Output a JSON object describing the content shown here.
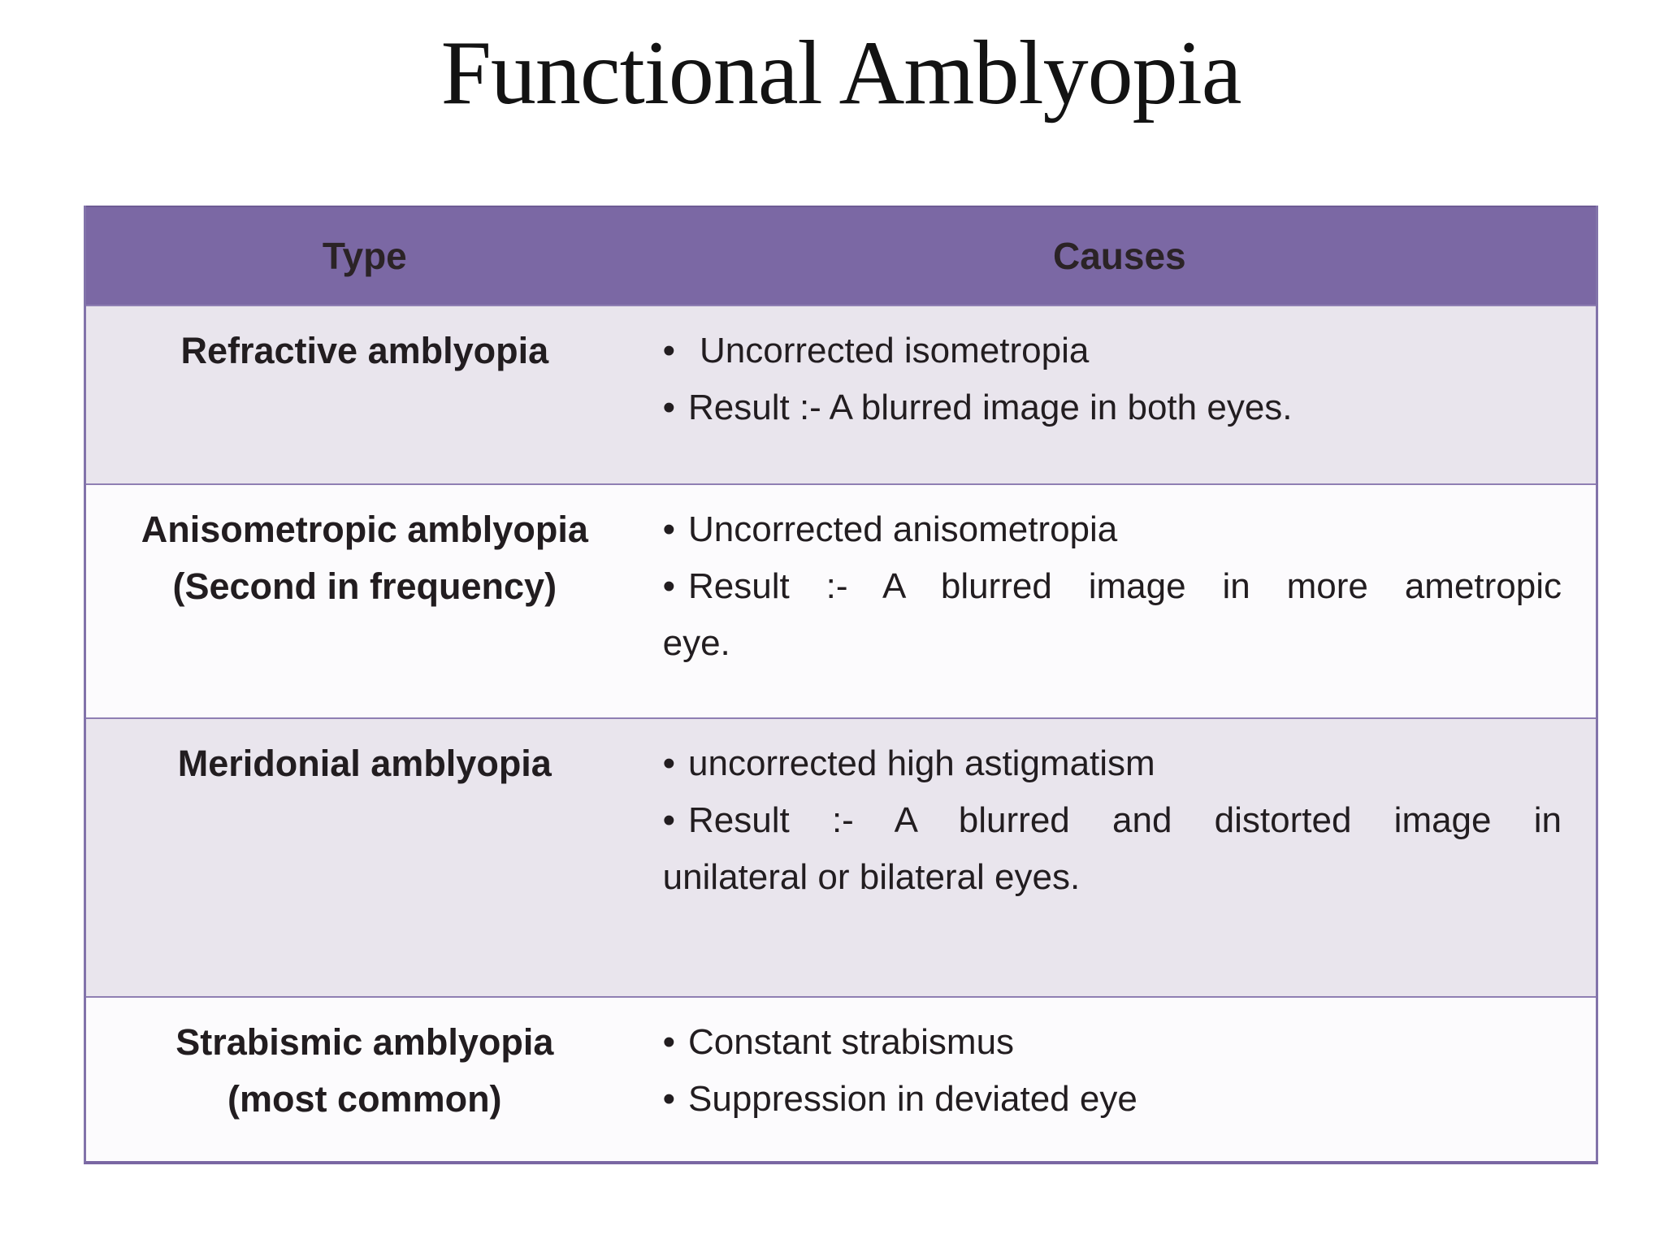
{
  "title": "Functional Amblyopia",
  "table": {
    "bullet_char": "•",
    "columns": [
      "Type",
      "Causes"
    ],
    "rows": [
      {
        "type": "Refractive amblyopia",
        "causes": [
          {
            "text": "Uncorrected isometropia"
          },
          {
            "text": "Result :- A blurred image in both eyes."
          }
        ]
      },
      {
        "type": "Anisometropic amblyopia",
        "sub": "(Second in frequency)",
        "causes": [
          {
            "text": "Uncorrected anisometropia"
          },
          {
            "text": "Result :- A blurred image in more ametropic"
          },
          {
            "text": "eye."
          }
        ]
      },
      {
        "type": "Meridonial amblyopia",
        "causes": [
          {
            "text": "uncorrected high astigmatism"
          },
          {
            "text": "Result :- A blurred and distorted image in"
          },
          {
            "text": "unilateral or bilateral eyes."
          }
        ]
      },
      {
        "type": "Strabismic amblyopia",
        "sub": "(most common)",
        "causes": [
          {
            "text": "Constant strabismus"
          },
          {
            "text": "Suppression in deviated eye"
          }
        ]
      }
    ]
  },
  "colors": {
    "header_fill": "#7b68a4",
    "banded_row_fill": "#e9e5ed",
    "plain_row_fill": "#fcfbfd",
    "border": "#8273aa",
    "text": "#221d20"
  }
}
